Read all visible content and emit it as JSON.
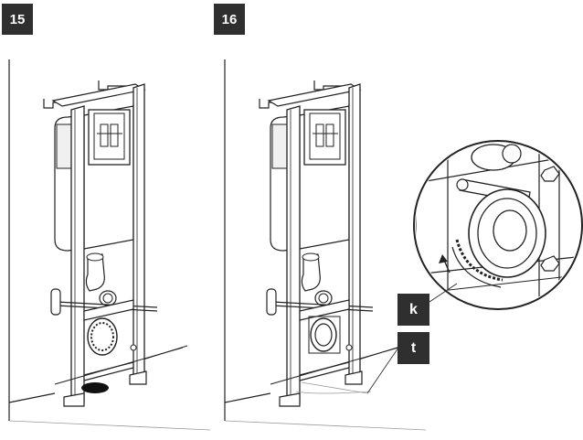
{
  "steps": [
    {
      "number": "15"
    },
    {
      "number": "16"
    }
  ],
  "callouts": {
    "k": "k",
    "t": "t"
  },
  "colors": {
    "badge_bg": "#2f2f2f",
    "badge_text": "#ffffff",
    "line": "#222222"
  }
}
